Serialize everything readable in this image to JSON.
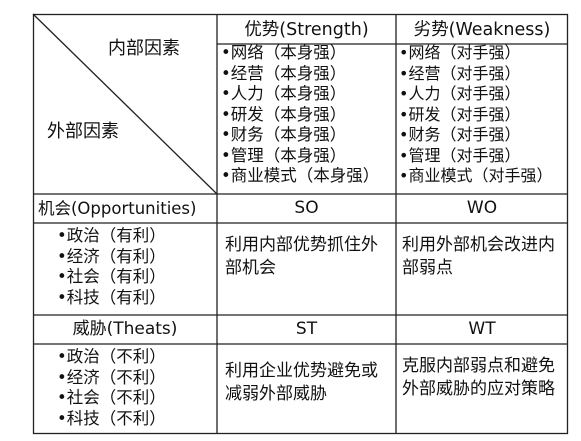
{
  "table": {
    "corner": {
      "internal_label": "内部因素",
      "external_label": "外部因素"
    },
    "strength": {
      "header": "优势(Strength)",
      "items": [
        "•网络（本身强）",
        "•经营（本身强）",
        "•人力（本身强）",
        "•研发（本身强）",
        "•财务（本身强）",
        "•管理（本身强）",
        "•商业模式（本身强）"
      ]
    },
    "weakness": {
      "header": "劣势(Weakness)",
      "items": [
        "•网络（对手强）",
        "•经营（对手强）",
        "•人力（对手强）",
        "•研发（对手强）",
        "•财务（对手强）",
        "•管理（对手强）",
        "•商业模式（对手强）"
      ]
    },
    "opportunities": {
      "header": "机会(Opportunities)",
      "items": [
        "•政治（有利）",
        "•经济（有利）",
        "•社会（有利）",
        "•科技（有利）"
      ],
      "so_label": "SO",
      "wo_label": "WO",
      "so_text": "利用内部优势抓住外部机会",
      "wo_text": "利用外部机会改进内部弱点"
    },
    "threats": {
      "header": "威胁(Theats)",
      "items": [
        "•政治（不利）",
        "•经济（不利）",
        "•社会（不利）",
        "•科技（不利）"
      ],
      "st_label": "ST",
      "wt_label": "WT",
      "st_text": "利用企业优势避免或减弱外部威胁",
      "wt_text": "克服内部弱点和避免外部威胁的应对策略"
    }
  }
}
